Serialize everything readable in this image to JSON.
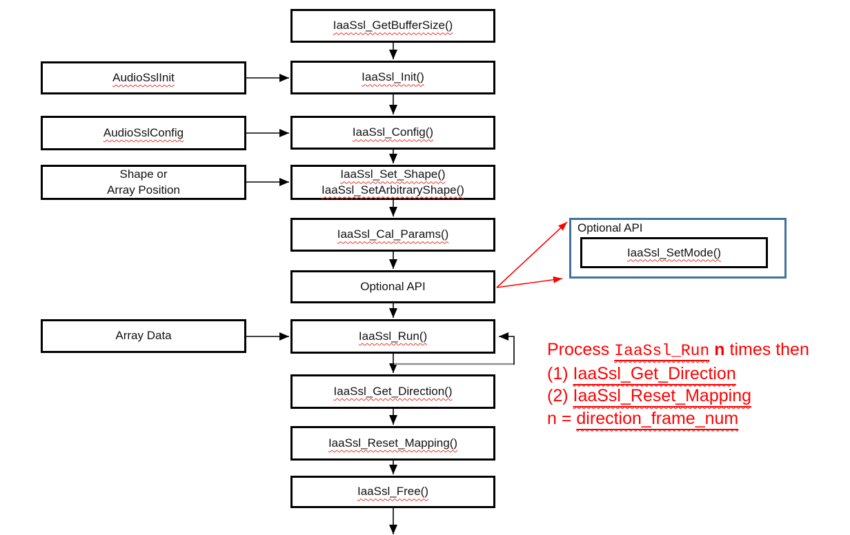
{
  "diagram": {
    "center_boxes": [
      {
        "label": "IaaSsl_GetBufferSize()"
      },
      {
        "label": "IaaSsl_Init()"
      },
      {
        "label": "IaaSsl_Config()"
      },
      {
        "line1": "IaaSsl_Set_Shape()",
        "line2": "IaaSsl_SetArbitraryShape()"
      },
      {
        "label": "IaaSsl_Cal_Params()"
      },
      {
        "label": "Optional API"
      },
      {
        "label": "IaaSsl_Run()"
      },
      {
        "label": "IaaSsl_Get_Direction()"
      },
      {
        "label": "IaaSsl_Reset_Mapping()"
      },
      {
        "label": "IaaSsl_Free()"
      }
    ],
    "input_boxes": [
      {
        "label": "AudioSslInit"
      },
      {
        "label": "AudioSslConfig"
      },
      {
        "line1": "Shape or",
        "line2": "Array Position"
      },
      {
        "label": "Array Data"
      }
    ],
    "optional_panel": {
      "title": "Optional API",
      "box_label": "IaaSsl_SetMode()"
    },
    "annotation": {
      "line1_prefix": "Process ",
      "line1_code": "IaaSsl_Run",
      "line1_bold": "n",
      "line1_suffix": " times then",
      "line2_prefix": "(1) ",
      "line2_term": "IaaSsl_Get_Direction",
      "line3_prefix": "(2) ",
      "line3_term": "IaaSsl_Reset_Mapping",
      "line4_prefix": "n = ",
      "line4_term": "direction_frame_num"
    },
    "colors": {
      "annotation_red": "#ff0000",
      "panel_blue": "#41719c",
      "line_black": "#000000",
      "loop_gray": "#909090"
    }
  }
}
